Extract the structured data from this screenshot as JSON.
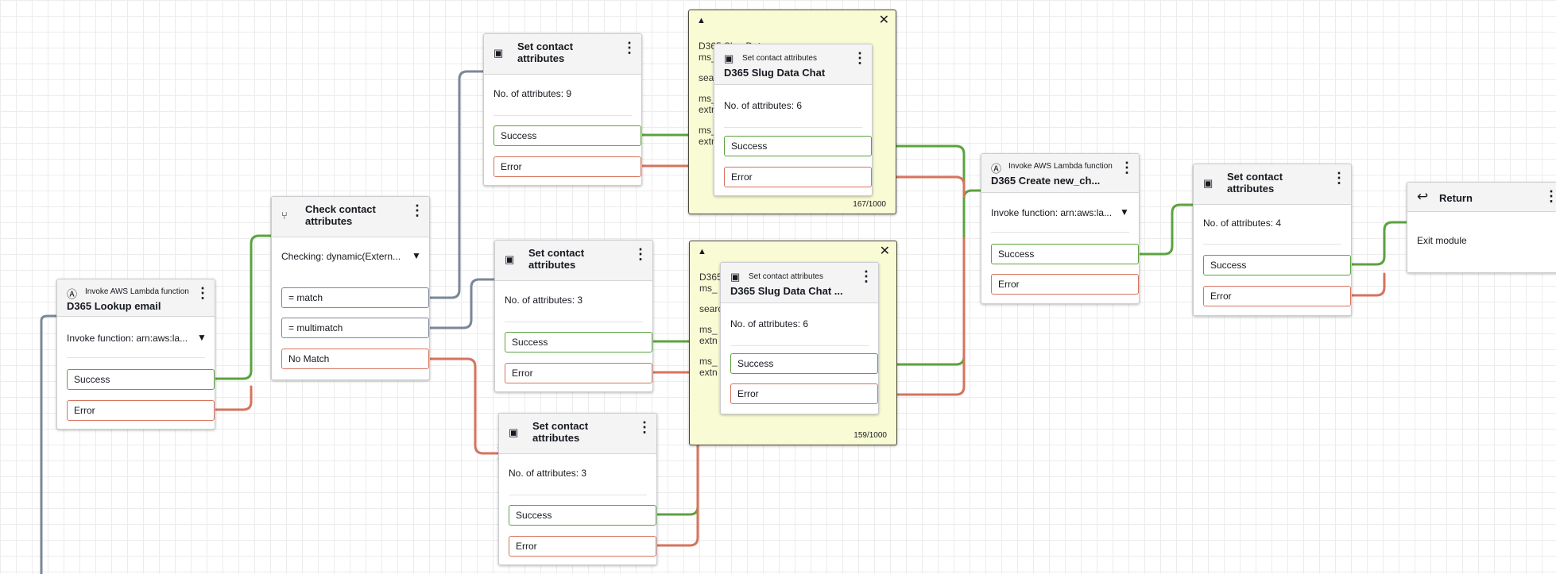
{
  "colors": {
    "success": "#5ba33f",
    "error": "#d6735e",
    "branch": "#7b8797"
  },
  "notes": {
    "note_a": {
      "lines": [
        "D365 Slug Data",
        "ms_",
        "sea",
        "ms_",
        "extn",
        "ms_",
        "extn"
      ],
      "count": "167/1000"
    },
    "note_b": {
      "lines": [
        "D365",
        "ms_",
        "searc",
        "ms_",
        "extn",
        "ms_",
        "extn"
      ],
      "count": "159/1000"
    }
  },
  "blocks": {
    "lookup": {
      "icon": "lambda-icon",
      "type": "Invoke AWS Lambda function",
      "name": "D365 Lookup email",
      "info": "Invoke function: arn:aws:la...",
      "success": "Success",
      "error": "Error"
    },
    "check": {
      "icon": "branch-icon",
      "title": "Check contact attributes",
      "info": "Checking: dynamic(Extern...",
      "cond1": "= match",
      "cond2": "= multimatch",
      "nomatch": "No Match"
    },
    "set1": {
      "icon": "contact-card-icon",
      "title": "Set contact attributes",
      "info": "No. of attributes: 9",
      "success": "Success",
      "error": "Error"
    },
    "set2": {
      "icon": "contact-card-icon",
      "title": "Set contact attributes",
      "info": "No. of attributes: 3",
      "success": "Success",
      "error": "Error"
    },
    "set3": {
      "icon": "contact-card-icon",
      "title": "Set contact attributes",
      "info": "No. of attributes: 3",
      "success": "Success",
      "error": "Error"
    },
    "chat1": {
      "icon": "contact-card-icon",
      "type": "Set contact attributes",
      "name": "D365 Slug Data Chat",
      "info": "No. of attributes: 6",
      "success": "Success",
      "error": "Error"
    },
    "chat2": {
      "icon": "contact-card-icon",
      "type": "Set contact attributes",
      "name": "D365 Slug Data Chat ...",
      "info": "No. of attributes: 6",
      "success": "Success",
      "error": "Error"
    },
    "create": {
      "icon": "lambda-icon",
      "type": "Invoke AWS Lambda function",
      "name": "D365 Create new_ch...",
      "info": "Invoke function: arn:aws:la...",
      "success": "Success",
      "error": "Error"
    },
    "set4": {
      "icon": "contact-card-icon",
      "title": "Set contact attributes",
      "info": "No. of attributes: 4",
      "success": "Success",
      "error": "Error"
    },
    "ret": {
      "icon": "return-arrow-icon",
      "title": "Return",
      "info": "Exit module"
    }
  }
}
